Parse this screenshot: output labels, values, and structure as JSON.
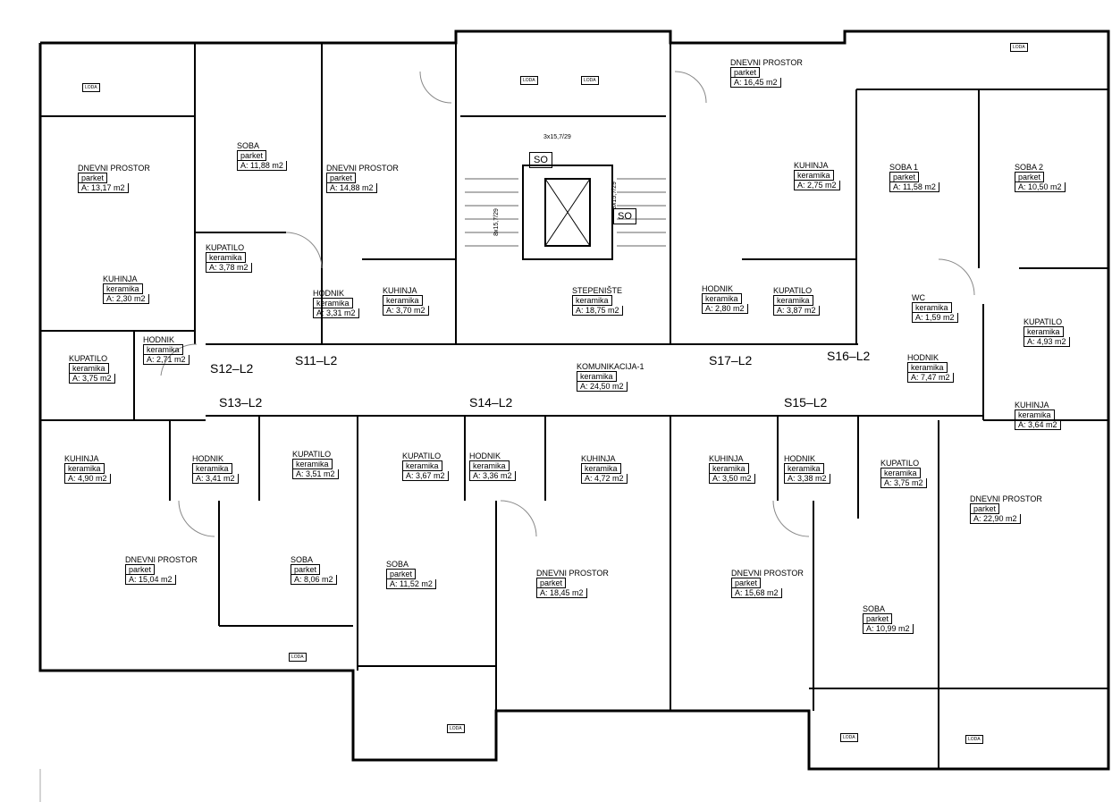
{
  "rooms": [
    {
      "name": "DNEVNI PROSTOR",
      "material": "parket",
      "area": "A:  13,17 m2"
    },
    {
      "name": "SOBA",
      "material": "parket",
      "area": "A:  11,88 m2"
    },
    {
      "name": "DNEVNI PROSTOR",
      "material": "parket",
      "area": "A:  14,88 m2"
    },
    {
      "name": "DNEVNI PROSTOR",
      "material": "parket",
      "area": "A:  16,45 m2"
    },
    {
      "name": "KUHINJA",
      "material": "keramika",
      "area": "A:  2,75 m2"
    },
    {
      "name": "SOBA 1",
      "material": "parket",
      "area": "A:  11,58 m2"
    },
    {
      "name": "SOBA 2",
      "material": "parket",
      "area": "A:  10,50 m2"
    },
    {
      "name": "KUPATILO",
      "material": "keramika",
      "area": "A:  3,78 m2"
    },
    {
      "name": "KUHINJA",
      "material": "keramika",
      "area": "A:  2,30 m2"
    },
    {
      "name": "HODNIK",
      "material": "keramika",
      "area": "A:  3,31 m2"
    },
    {
      "name": "KUHINJA",
      "material": "keramika",
      "area": "A:  3,70 m2"
    },
    {
      "name": "STEPENIŠTE",
      "material": "keramika",
      "area": "A:  18,75 m2"
    },
    {
      "name": "HODNIK",
      "material": "keramika",
      "area": "A:  2,80 m2"
    },
    {
      "name": "KUPATILO",
      "material": "keramika",
      "area": "A:  3,87 m2"
    },
    {
      "name": "WC",
      "material": "keramika",
      "area": "A:  1,59 m2"
    },
    {
      "name": "KUPATILO",
      "material": "keramika",
      "area": "A:  4,93 m2"
    },
    {
      "name": "HODNIK",
      "material": "keramika",
      "area": "A:  2,71 m2"
    },
    {
      "name": "KUPATILO",
      "material": "keramika",
      "area": "A:  3,75 m2"
    },
    {
      "name": "KOMUNIKACIJA-1",
      "material": "keramika",
      "area": "A:  24,50 m2"
    },
    {
      "name": "HODNIK",
      "material": "keramika",
      "area": "A:  7,47 m2"
    },
    {
      "name": "KUHINJA",
      "material": "keramika",
      "area": "A:  3,64 m2"
    },
    {
      "name": "KUHINJA",
      "material": "keramika",
      "area": "A:  4,90 m2"
    },
    {
      "name": "HODNIK",
      "material": "keramika",
      "area": "A:  3,41 m2"
    },
    {
      "name": "KUPATILO",
      "material": "keramika",
      "area": "A:  3,51 m2"
    },
    {
      "name": "KUPATILO",
      "material": "keramika",
      "area": "A:  3,67 m2"
    },
    {
      "name": "HODNIK",
      "material": "keramika",
      "area": "A:  3,36 m2"
    },
    {
      "name": "KUHINJA",
      "material": "keramika",
      "area": "A:  4,72 m2"
    },
    {
      "name": "KUHINJA",
      "material": "keramika",
      "area": "A:  3,50 m2"
    },
    {
      "name": "HODNIK",
      "material": "keramika",
      "area": "A:  3,38 m2"
    },
    {
      "name": "KUPATILO",
      "material": "keramika",
      "area": "A:  3,75 m2"
    },
    {
      "name": "DNEVNI PROSTOR",
      "material": "parket",
      "area": "A:  22,90 m2"
    },
    {
      "name": "DNEVNI PROSTOR",
      "material": "parket",
      "area": "A:  15,04 m2"
    },
    {
      "name": "SOBA",
      "material": "parket",
      "area": "A:  8,06 m2"
    },
    {
      "name": "SOBA",
      "material": "parket",
      "area": "A:  11,52 m2"
    },
    {
      "name": "DNEVNI PROSTOR",
      "material": "parket",
      "area": "A:  18,45 m2"
    },
    {
      "name": "DNEVNI PROSTOR",
      "material": "parket",
      "area": "A:  15,68 m2"
    },
    {
      "name": "SOBA",
      "material": "parket",
      "area": "A:  10,99 m2"
    }
  ],
  "units": [
    "S12–L2",
    "S11–L2",
    "S13–L2",
    "S14–L2",
    "S17–L2",
    "S16–L2",
    "S15–L2"
  ],
  "shafts": [
    "SO",
    "SO"
  ],
  "stairs": [
    "3x15,7/29",
    "8x15,7/29",
    "8x15,7/29"
  ],
  "loggias": [
    "LODA",
    "LODA",
    "LODA",
    "LODA",
    "LODA",
    "LODA",
    "LODA",
    "LODA"
  ]
}
